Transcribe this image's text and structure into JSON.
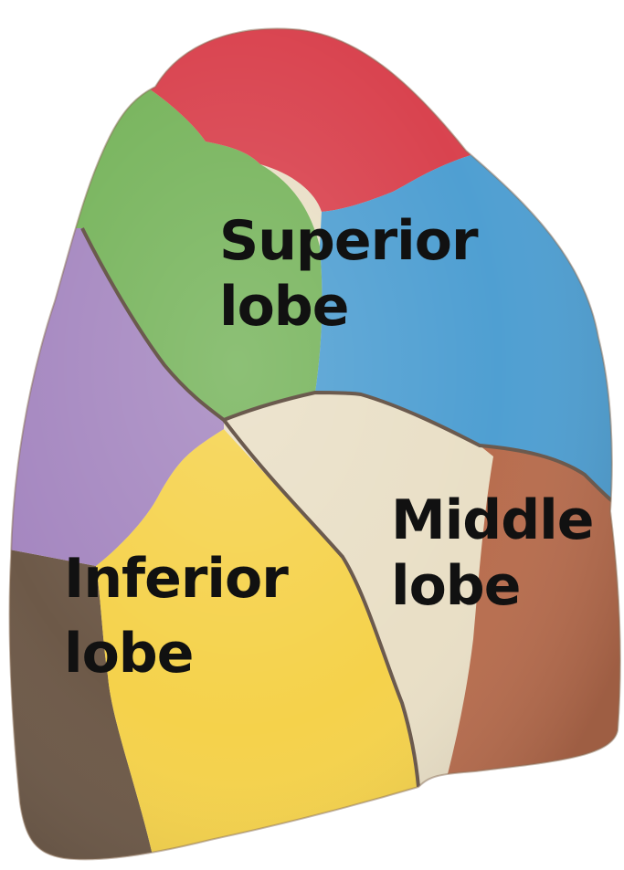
{
  "labels": {
    "superior": {
      "line1": "Superior",
      "line2": "lobe"
    },
    "middle": {
      "line1": "Middle",
      "line2": "lobe"
    },
    "inferior": {
      "line1": "Inferior",
      "line2": "lobe"
    }
  },
  "colors": {
    "apical_segment": "#d9434f",
    "anterior_segment": "#4f9fd2",
    "posterior_segment": "#77b45c",
    "superior_basal_segment": "#a587c0",
    "middle_lobe_upper": "#e9dfc6",
    "middle_lobe_lower": "#b86d4e",
    "inferior_yellow": "#f5d24b",
    "inferior_brown": "#6d5948",
    "fissure_line": "#6b5a4e"
  }
}
